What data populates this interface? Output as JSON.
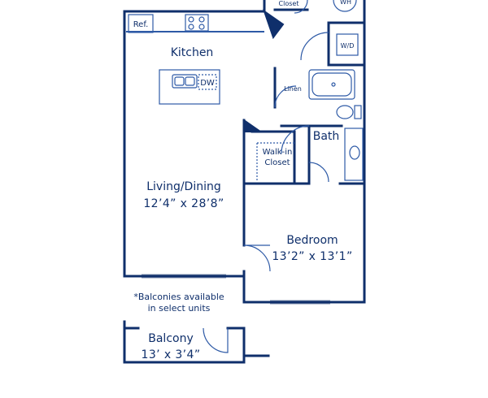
{
  "colors": {
    "wall": "#0f2f6b",
    "fixture": "#2e5aa6",
    "background": "#ffffff"
  },
  "rooms": {
    "kitchen": {
      "name": "Kitchen"
    },
    "living_dining": {
      "name": "Living/Dining",
      "size": "12’4” x 28’8”"
    },
    "bedroom": {
      "name": "Bedroom",
      "size": "13’2” x 13’1”"
    },
    "bath": {
      "name": "Bath"
    },
    "walk_in_closet": {
      "line1": "Walk-in",
      "line2": "Closet"
    },
    "balcony": {
      "name": "Balcony",
      "size": "13’ x 3’4”"
    },
    "closet_top": {
      "name": "Closet"
    },
    "linen": {
      "name": "Linen"
    }
  },
  "fixtures": {
    "refrigerator": "Ref.",
    "dishwasher": "DW",
    "water_heater": "WH",
    "washer_dryer": "W/D"
  },
  "note": {
    "line1": "*Balconies available",
    "line2": "in select units"
  }
}
